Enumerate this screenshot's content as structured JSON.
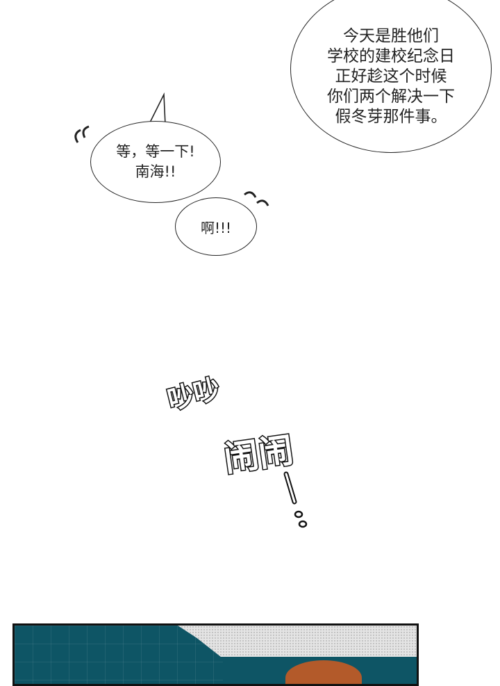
{
  "bubbles": {
    "main": [
      "今天是胜他们",
      "学校的建校纪念日",
      "正好趁这个时候",
      "你们两个解决一下",
      "假冬芽那件事。"
    ],
    "wait": [
      "等，等一下!",
      "南海!!"
    ],
    "ah": "啊!!!"
  },
  "sfx": {
    "noisy1": "吵吵",
    "noisy2": "闹闹",
    "dash": "\\",
    "dots": "。。"
  },
  "colors": {
    "panel_bg": "#0e5565",
    "hair": "#b35a2a"
  }
}
